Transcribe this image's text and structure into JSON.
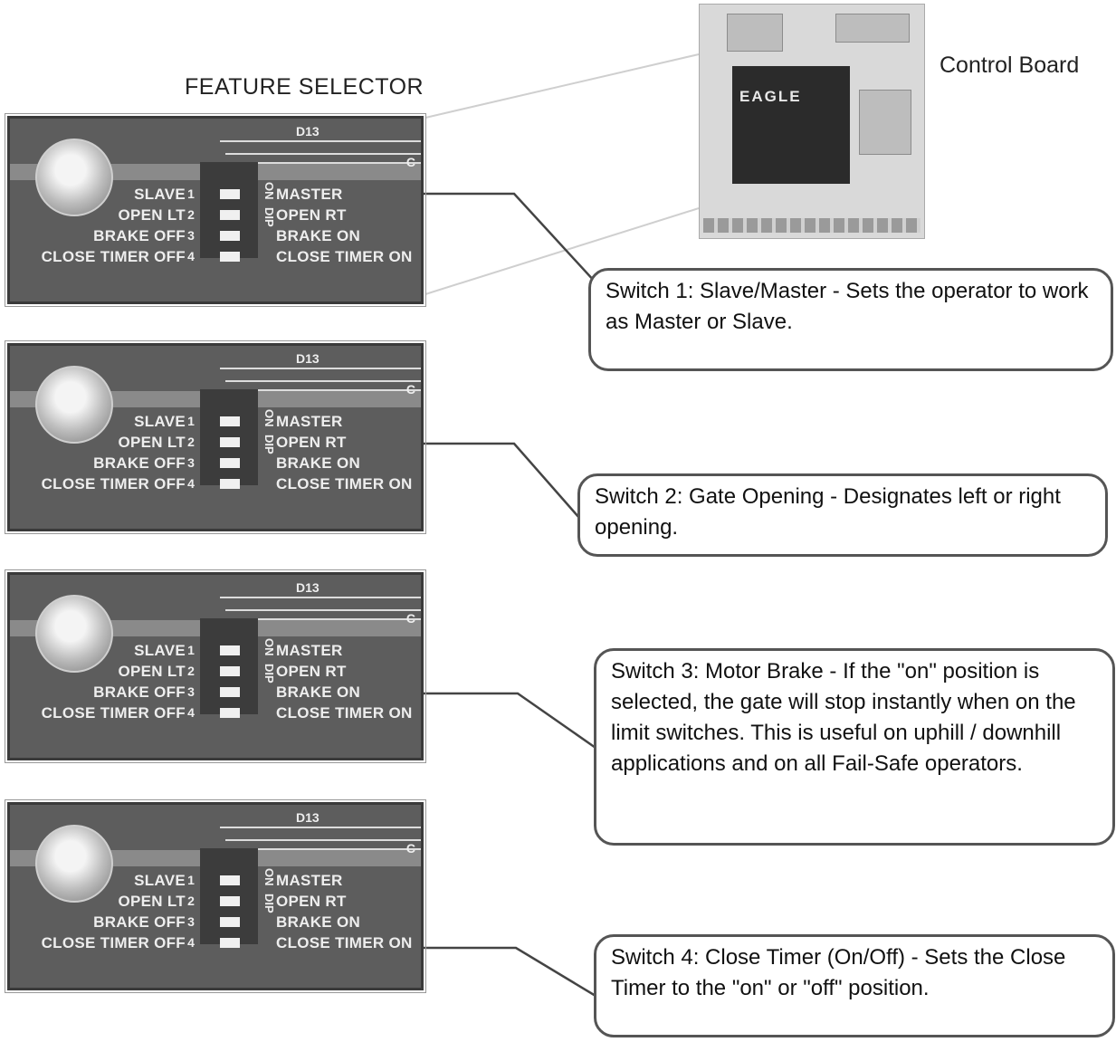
{
  "heading": "FEATURE SELECTOR",
  "board_caption": "Control Board",
  "board_brand": "EAGLE",
  "panel_labels": {
    "chip_ref": "D13",
    "corner": "C",
    "switch_numbers": [
      "1",
      "2",
      "3",
      "4"
    ],
    "on": "ON",
    "dip": "DIP",
    "left": [
      "SLAVE",
      "OPEN LT",
      "BRAKE OFF",
      "CLOSE TIMER OFF"
    ],
    "right": [
      "MASTER",
      "OPEN RT",
      "BRAKE ON",
      "CLOSE TIMER ON"
    ]
  },
  "callouts": [
    "Switch 1: Slave/Master - Sets the operator to work as Master or Slave.",
    "Switch 2: Gate Opening - Designates left or right opening.",
    "Switch 3: Motor Brake - If the \"on\" position is selected, the gate will stop instantly when on the limit switches. This is useful on uphill / downhill applications and on all Fail-Safe operators.",
    "Switch 4: Close Timer (On/Off) - Sets the Close Timer to the \"on\" or \"off\" position."
  ]
}
